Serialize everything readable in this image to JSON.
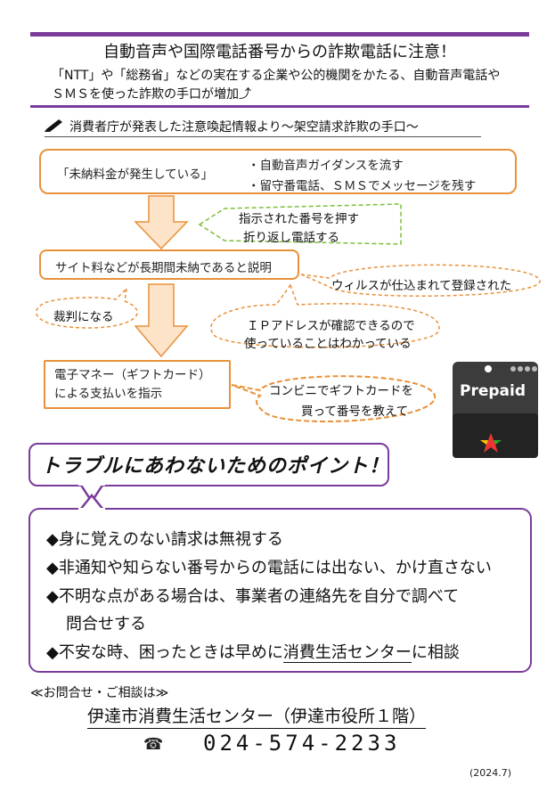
{
  "header": {
    "title": "自動音声や国際電話番号からの詐欺電話に注意！",
    "intro_line1": "「NTT」や「総務省」などの実在する企業や公的機関をかたる、自動音声電話や",
    "intro_line2": "ＳＭＳを使った詐欺の手口が増加⤴"
  },
  "subhead": {
    "icon": "pencil-icon",
    "text": "消費者庁が発表した注意喚起情報より～架空請求詐欺の手口～"
  },
  "flow": {
    "step1_quote": "「未納料金が発生している」",
    "step1_bullet1": "・自動音声ガイダンスを流す",
    "step1_bullet2": "・留守番電話、ＳＭＳでメッセージを残す",
    "bubble_press_line1": "指示された番号を押す",
    "bubble_press_line2": "折り返し電話する",
    "step2": "サイト料などが長期間未納であると説明",
    "bubble_virus": "ウィルスが仕込まれて登録された",
    "bubble_court": "裁判になる",
    "bubble_ip_line1": "ＩＰアドレスが確認できるので",
    "bubble_ip_line2": "使っていることはわかっている",
    "step3_line1": "電子マネー（ギフトカード）",
    "step3_line2": "による支払いを指示",
    "bubble_conv_line1": "コンビニでギフトカードを",
    "bubble_conv_line2": "買って番号を教えて",
    "card_label": "Prepaid"
  },
  "points": {
    "title": "トラブルにあわないためのポイント！",
    "item1": "◆身に覚えのない請求は無視する",
    "item2": "◆非通知や知らない番号からの電話には出ない、かけ直さない",
    "item3_line1": "◆不明な点がある場合は、事業者の連絡先を自分で調べて",
    "item3_line2": "問合せする",
    "item4_prefix": "◆不安な時、困ったときは早めに",
    "item4_underlined": "消費生活センター",
    "item4_suffix": "に相談"
  },
  "contact": {
    "label": "≪お問合せ・ご相談は≫",
    "center": "伊達市消費生活センター（伊達市役所１階）",
    "phone_icon": "☎",
    "phone": "024-574-2233",
    "date": "(2024.7)"
  },
  "colors": {
    "purple": "#7a3b9a",
    "orange": "#e8913a",
    "green": "#7dbf3a",
    "arrow_fill": "#fde3c8"
  }
}
